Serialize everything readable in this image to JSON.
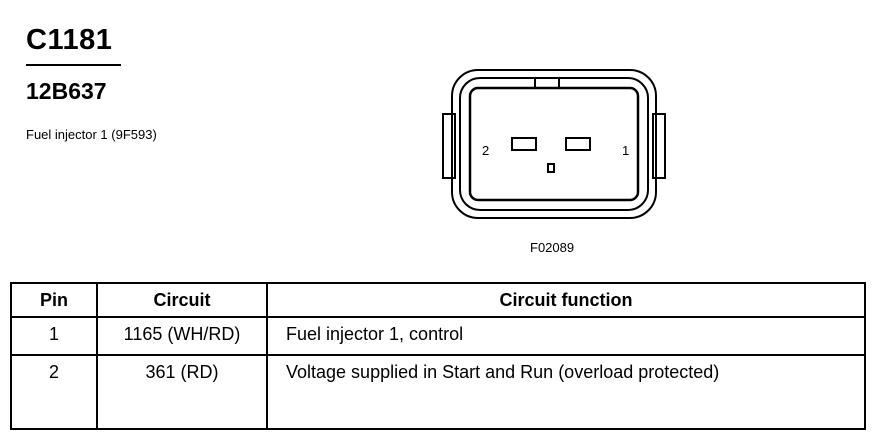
{
  "header": {
    "connector_id": "C1181",
    "part_number": "12B637",
    "description": "Fuel injector 1 (9F593)"
  },
  "diagram": {
    "pin_left_label": "2",
    "pin_right_label": "1",
    "figure_code": "F02089"
  },
  "table": {
    "headers": {
      "pin": "Pin",
      "circuit": "Circuit",
      "function": "Circuit function"
    },
    "rows": [
      {
        "pin": "1",
        "circuit": "1165 (WH/RD)",
        "function": "Fuel injector 1, control"
      },
      {
        "pin": "2",
        "circuit": "361 (RD)",
        "function": "Voltage supplied in Start and Run (overload protected)"
      }
    ]
  }
}
